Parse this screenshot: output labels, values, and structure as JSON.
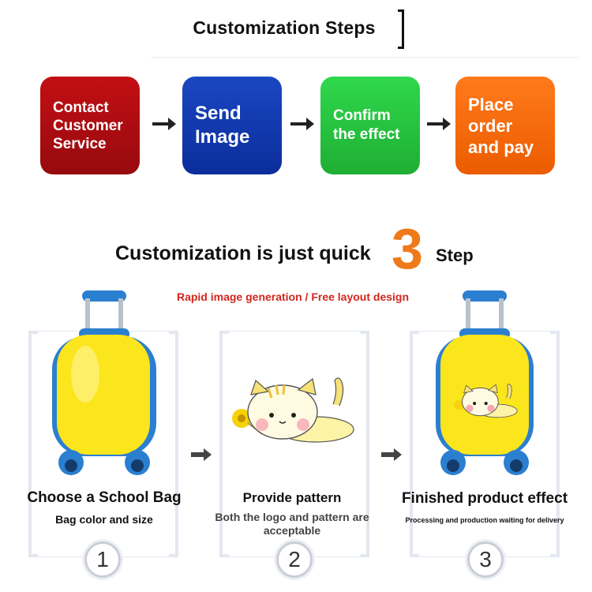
{
  "header": {
    "title": "Customization Steps"
  },
  "process": [
    {
      "label": "Contact\nCustomer\nService",
      "color": "#b30d12"
    },
    {
      "label": "Send\nImage",
      "color": "#1439b3"
    },
    {
      "label": "Confirm\nthe effect",
      "color": "#27c840"
    },
    {
      "label": "Place\norder\nand pay",
      "color": "#f56c0a"
    }
  ],
  "quick": {
    "text": "Customization is just quick",
    "number": "3",
    "suffix": "Step",
    "number_color": "#ee7a1a"
  },
  "tagline": "Rapid image generation / Free layout design",
  "tagline_color": "#d2261e",
  "columns": [
    {
      "title": "Choose a School Bag",
      "subtitle": "Bag color and size",
      "number": "1"
    },
    {
      "title": "Provide pattern",
      "subtitle": "Both the logo and pattern are acceptable",
      "number": "2"
    },
    {
      "title": "Finished product effect",
      "subtitle": "Processing and production waiting for delivery",
      "number": "3"
    }
  ],
  "suitcase_color": "#fbe51c",
  "accent_blue": "#2b7fd0"
}
